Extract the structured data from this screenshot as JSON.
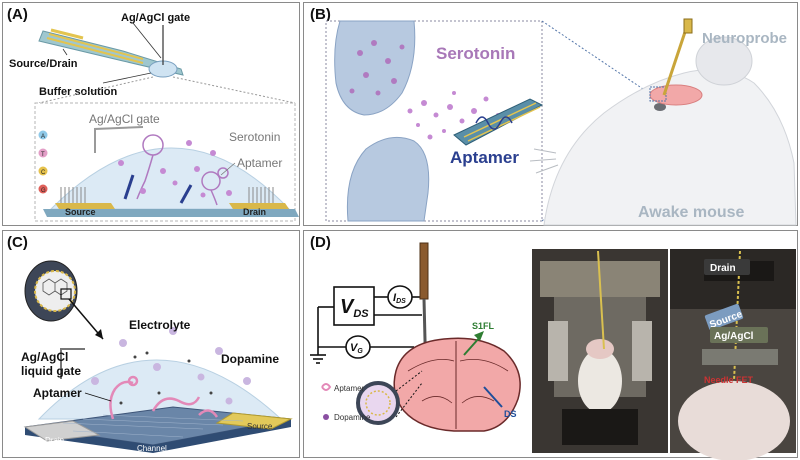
{
  "panels": {
    "a": {
      "label": "(A)",
      "gate": "Ag/AgCl gate",
      "source_drain": "Source/Drain",
      "buffer": "Buffer solution",
      "inset_gate": "Ag/AgCl gate",
      "serotonin": "Serotonin",
      "aptamer": "Aptamer",
      "source": "Source",
      "drain": "Drain",
      "bases": [
        "A",
        "T",
        "C",
        "G"
      ]
    },
    "b": {
      "label": "(B)",
      "serotonin": "Serotonin",
      "aptamer": "Aptamer",
      "neuroprobe": "Neuroprobe",
      "mouse": "Awake mouse"
    },
    "c": {
      "label": "(C)",
      "electrolyte": "Electrolyte",
      "gate_line1": "Ag/AgCl",
      "gate_line2": "liquid gate",
      "dopamine": "Dopamine",
      "aptamer": "Aptamer",
      "drain": "Drain",
      "channel": "Channel",
      "source": "Source"
    },
    "d": {
      "label": "(D)",
      "vds_main": "V",
      "vds_sub": "DS",
      "ids_main": "I",
      "ids_sub": "DS",
      "vg_main": "V",
      "vg_sub": "G",
      "s1fl": "S1FL",
      "ds": "DS",
      "aptamer": "Aptamer",
      "dopamine": "Dopamine",
      "drain": "Drain",
      "source": "Source",
      "agagcl": "Ag/AgCl",
      "needle": "Needle FET"
    }
  },
  "colors": {
    "gold": "#d9b84a",
    "dome": "#cfe3f2",
    "molecule": "#b07ac0",
    "aptamer_blue": "#2a3f8f",
    "serotonin_text": "#a878b8",
    "neuroprobe_text": "#a9b6c2",
    "s1fl_green": "#2e7d32",
    "ds_blue": "#1f4e9a",
    "brain_pink": "#f2a8a8"
  }
}
